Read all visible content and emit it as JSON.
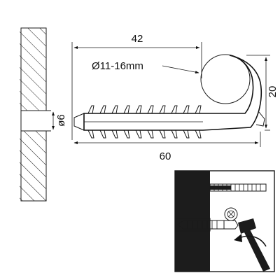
{
  "diagram": {
    "dimensions": {
      "total_length": "60",
      "hook_reach": "42",
      "height": "20",
      "shank_diameter": "ø6",
      "cable_diameter": "Ø11-16mm"
    }
  },
  "colors": {
    "line": "#1a1a1a",
    "hatch": "#1a1a1a",
    "wall_dark": "#1c1c1c",
    "background": "#ffffff"
  }
}
